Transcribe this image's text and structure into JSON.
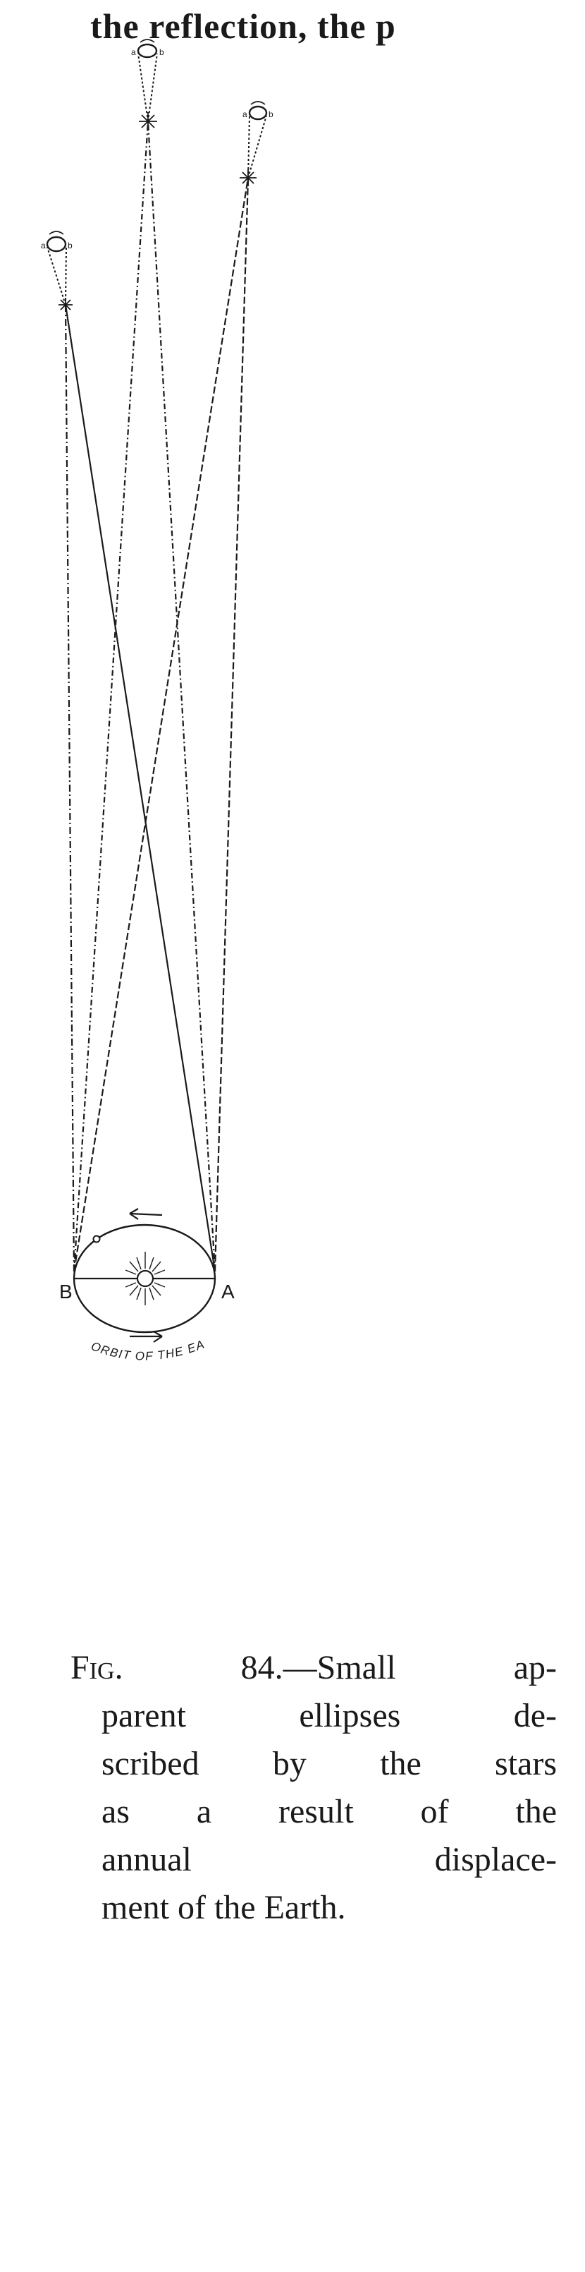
{
  "page": {
    "header_fragment": "the reflection, the p"
  },
  "figure": {
    "point_labels": {
      "b_point": "B",
      "a_point": "A"
    },
    "ellipse_letters": {
      "a": "a",
      "b": "b"
    },
    "orbit_label": "ORBIT OF THE EARTH",
    "colors": {
      "ink": "#1a1a1a",
      "paper": "#ffffff"
    }
  },
  "caption": {
    "figure_label": "Fig. 84.",
    "lines": [
      "—Small ap-",
      "parent ellipses de-",
      "scribed by the stars",
      "as a result of the",
      "annual displace-",
      "ment of the Earth."
    ]
  }
}
